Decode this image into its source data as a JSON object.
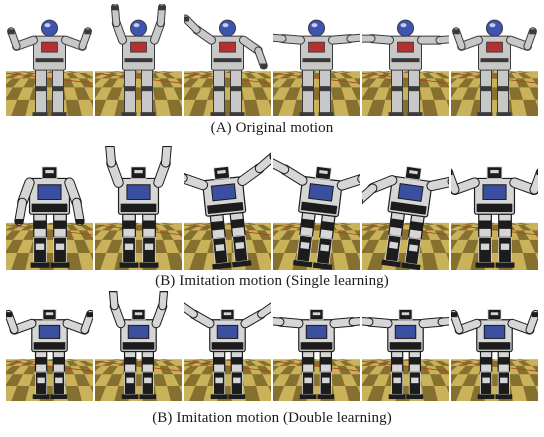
{
  "captions": {
    "original": "(A) Original motion",
    "single": "(B) Imitation motion (Single learning)",
    "double": "(B) Imitation motion (Double learning)"
  },
  "colors": {
    "floor_light": "#c9b25a",
    "floor_dark": "#6f5a22",
    "floor_red": "#a8441f",
    "robot_a_body": "#c8c8c8",
    "robot_a_dark": "#3a3a3a",
    "robot_a_head": "#3d55b0",
    "robot_a_accent": "#b53131",
    "robot_b_body": "#d6d6d6",
    "robot_b_dark": "#1c1c1c",
    "robot_b_screen": "#3a4fa0"
  },
  "icons": {
    "robot_a": "humanoid-robot-grey-icon",
    "robot_b": "humanoid-robot-black-icon"
  },
  "poses": {
    "original": [
      "arms-side-bent",
      "arms-up",
      "arms-diagonal-left",
      "arms-horizontal",
      "arms-horizontal-right",
      "arms-side-bent"
    ],
    "single": [
      "arms-down",
      "arms-up",
      "arms-diagonal-lean",
      "arms-diagonal-wide",
      "arms-lean-right",
      "arms-side-bent"
    ],
    "double": [
      "arms-side-bent",
      "arms-up",
      "arms-diagonal",
      "arms-horizontal",
      "arms-horizontal",
      "arms-side-bent"
    ]
  }
}
